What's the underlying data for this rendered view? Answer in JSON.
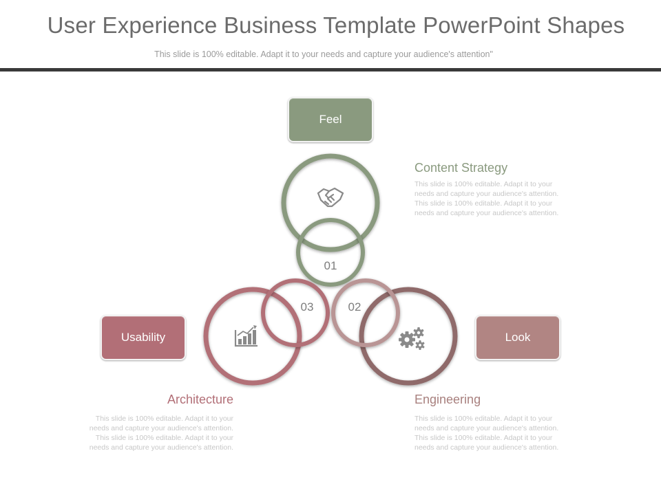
{
  "header": {
    "title": "User Experience Business Template PowerPoint Shapes",
    "subtitle": "This slide is 100% editable. Adapt it to your needs and capture your audience's attention\""
  },
  "boxes": {
    "feel": "Feel",
    "usability": "Usability",
    "look": "Look"
  },
  "numbers": {
    "n1": "01",
    "n2": "02",
    "n3": "03"
  },
  "sections": {
    "content_strategy": {
      "heading": "Content Strategy",
      "body": "This slide is 100% editable. Adapt it to your needs and capture your audience's attention. This slide is 100% editable. Adapt it to your needs and capture your audience's attention."
    },
    "architecture": {
      "heading": "Architecture",
      "body": "This slide is 100% editable. Adapt it to your needs and capture your audience's attention. This slide is 100% editable. Adapt it to your needs and capture your audience's attention."
    },
    "engineering": {
      "heading": "Engineering",
      "body": "This slide is 100% editable. Adapt it to your needs and capture your audience's attention. This slide is 100% editable. Adapt it to your needs and capture your audience's attention."
    }
  },
  "icons": {
    "top": "handshake-icon",
    "left": "bar-chart-icon",
    "right": "gears-icon"
  },
  "colors": {
    "green": "#8a9a7f",
    "rose": "#b26f77",
    "mauve": "#b18583",
    "dark_rule": "#3a3a3a"
  }
}
